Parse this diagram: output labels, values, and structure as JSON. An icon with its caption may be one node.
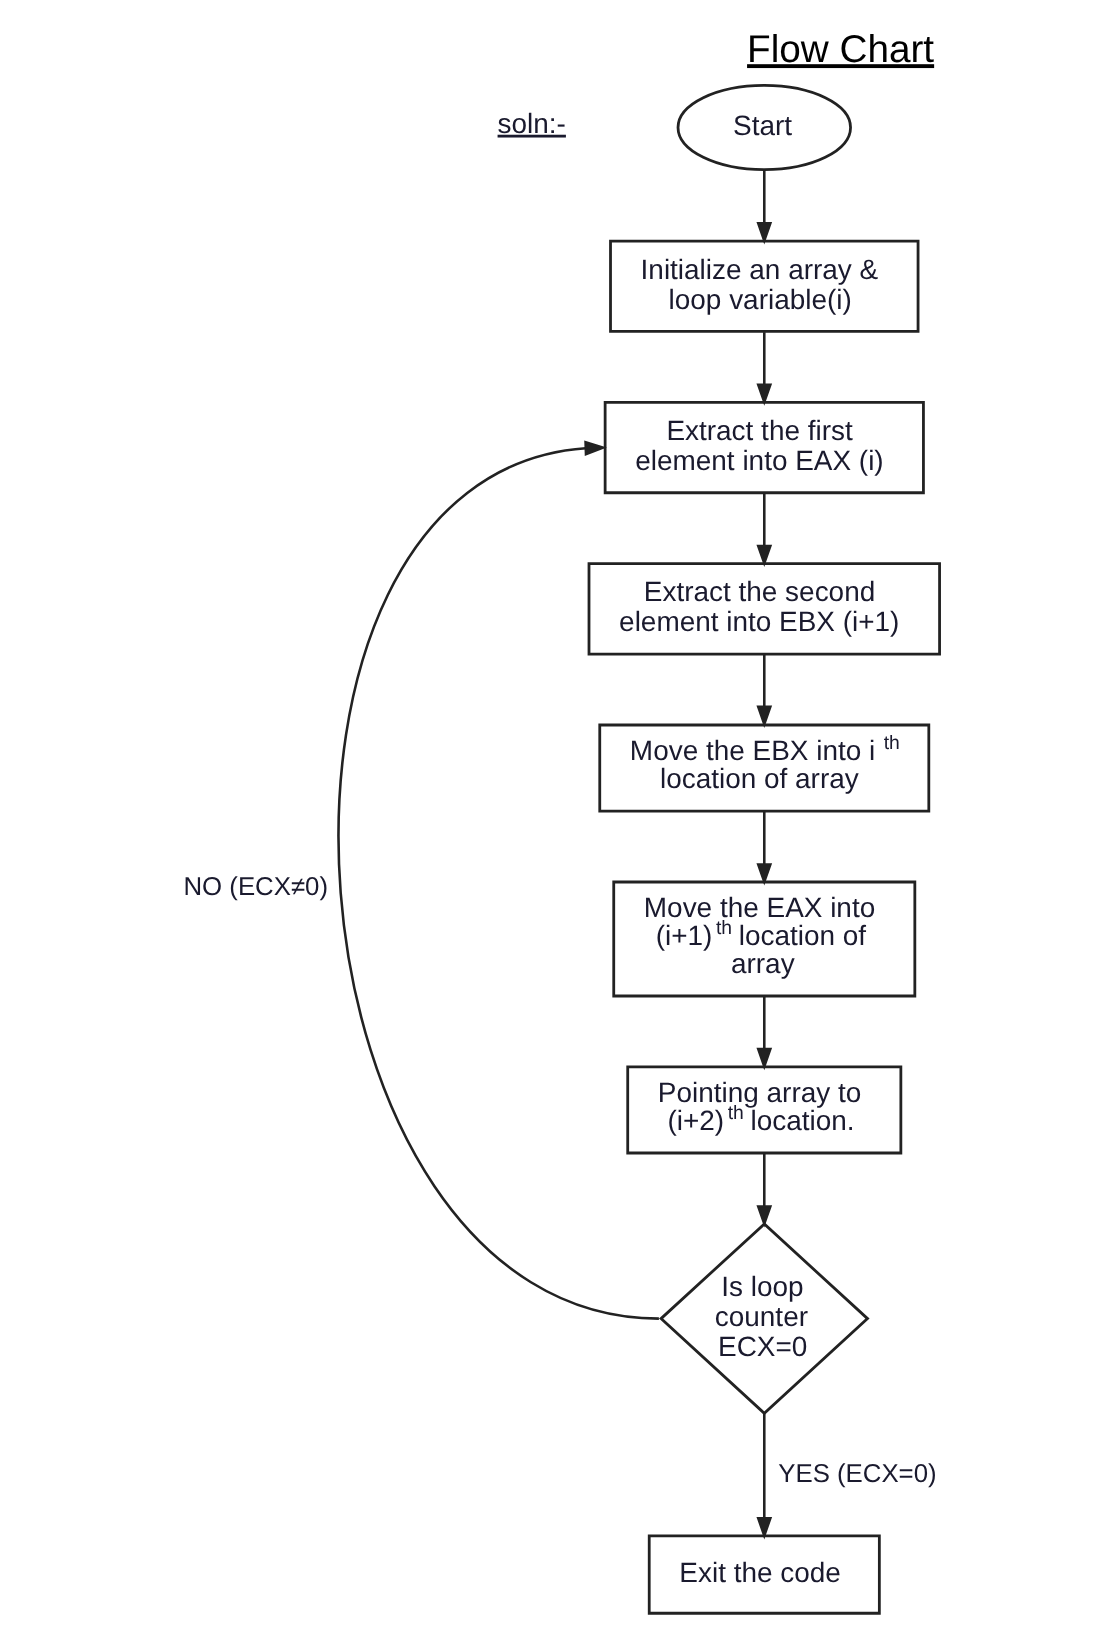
{
  "diagram": {
    "title": "Flow Chart",
    "nodes": [
      {
        "text": [
          "Start"
        ]
      },
      {
        "text": [
          "Initialize an array & loop variable(i)"
        ]
      },
      {
        "text": [
          "Extract the first element into EAX (i)"
        ]
      },
      {
        "text": [
          "Extract the second element into EBX (i+1)"
        ]
      },
      {
        "text": [
          "Move the EBX into i$^{th}$ location of array"
        ]
      },
      {
        "text": [
          "Move the EAX into (i+1)$^{th}$ location of array"
        ]
      },
      {
        "text": [
          "Pointing array to (i+2)$^{th}$ location."
        ]
      },
      {
        "text": [
          "Is loop counter ECX=0"
        ]
      },
      {
        "text": [
          "Exit the code"
        ]
      }
    ],
    "edges": [
      {
        "from": 0,
        "to": 1,
        "arrow": "to"
      },
      {
        "from": 1,
        "to": 2,
        "arrow": "to"
      },
      {
        "from": 2,
        "to": 3,
        "arrow": "to"
      },
      {
        "from": 3,
        "to": 4,
        "arrow": "to"
      },
      {
        "from": 4,
        "to": 5,
        "arrow": "to"
      },
      {
        "from": 5,
        "to": 6,
        "arrow": "to"
      },
      {
        "from": 6,
        "to": 7,
        "arrow": "to"
      },
      {
        "from": 7,
        "to": 8,
        "arrow": "to",
        "label": "YES (ECX=0)"
      },
      {
        "from": 7,
        "to": 2,
        "arrow": "to",
        "label": "NO (ECX≠0)"
      }
    ],
    "labels": [
      "soln:-"
    ]
  }
}
